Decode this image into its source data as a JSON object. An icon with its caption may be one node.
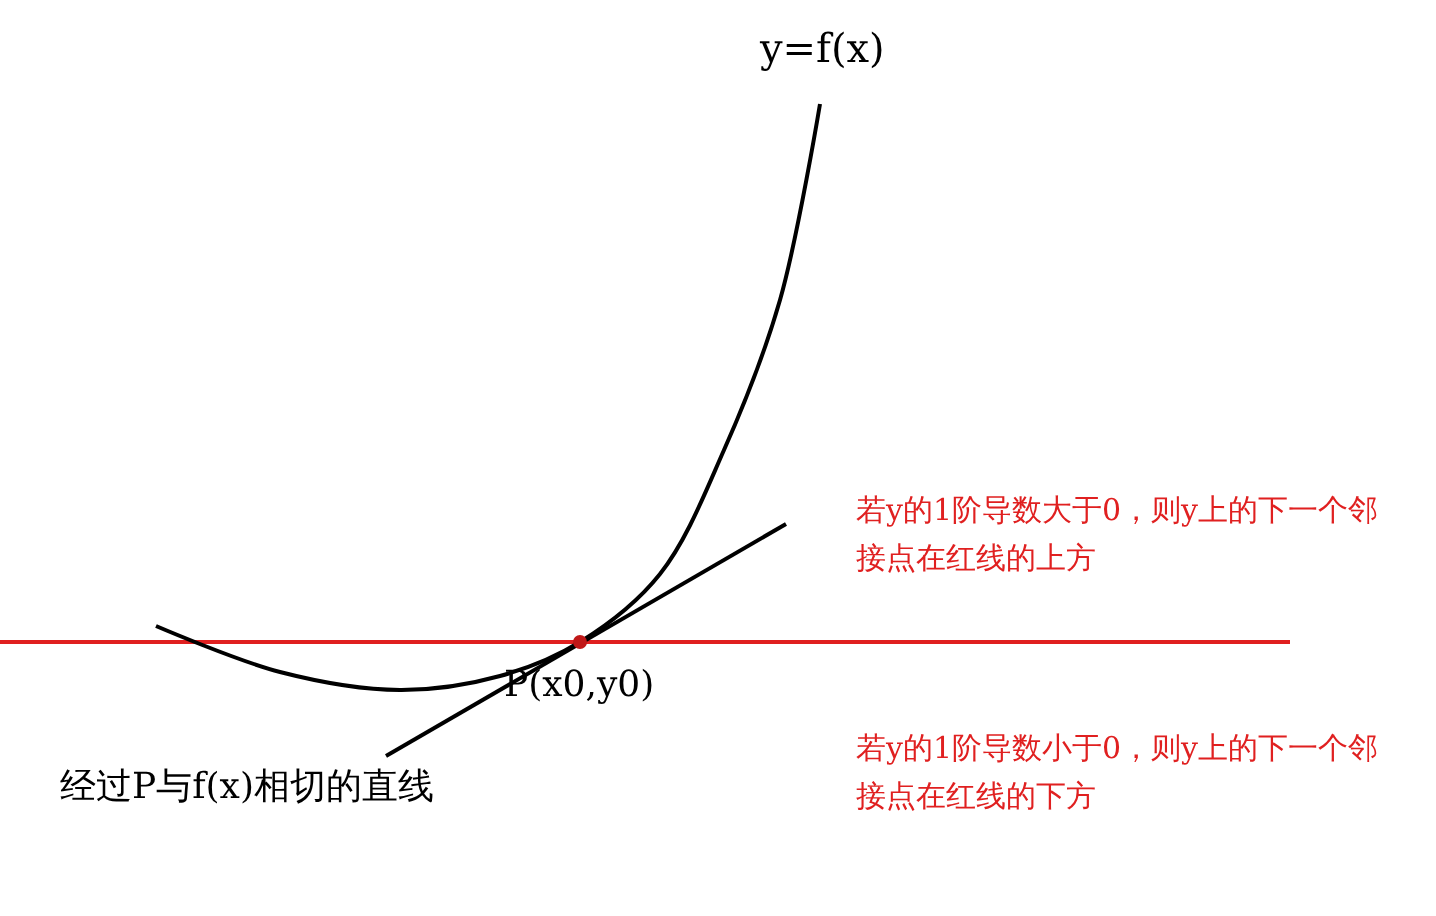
{
  "diagram": {
    "labels": [
      "y=f(x)",
      "若y的1阶导数大于0，则y上的下一个邻接点在红线的上方",
      "P(x0,y0)",
      "若y的1阶导数小于0，则y上的下一个邻接点在红线的下方",
      "经过P与f(x)相切的直线"
    ]
  }
}
